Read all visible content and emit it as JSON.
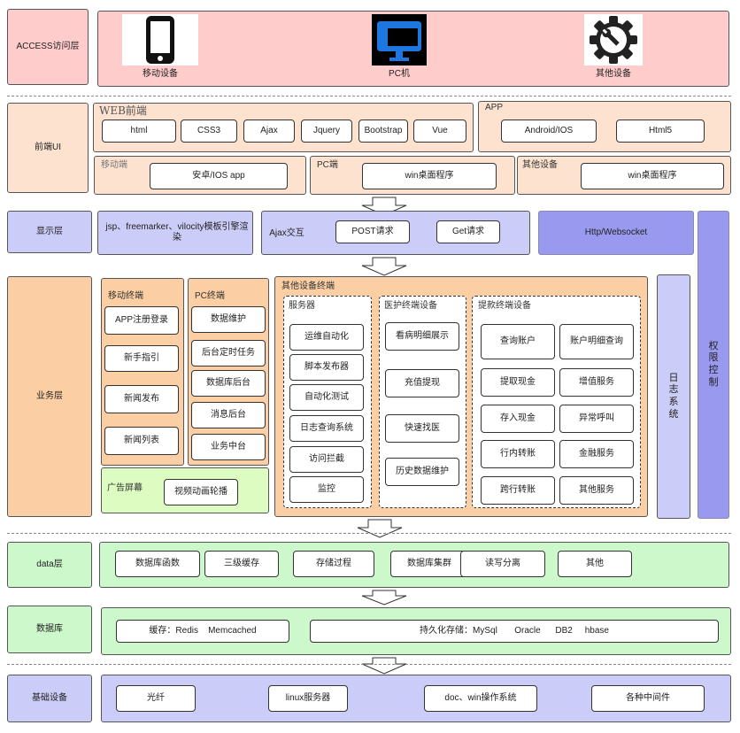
{
  "access": {
    "layer": "ACCESS访问层",
    "devices": [
      {
        "label": "移动设备",
        "icon": "tablet-icon"
      },
      {
        "label": "PC机",
        "icon": "monitor-icon"
      },
      {
        "label": "其他设备",
        "icon": "gear-icon"
      }
    ]
  },
  "frontend": {
    "layer": "前端UI",
    "web": {
      "title": "WEB前端",
      "items": [
        "html",
        "CSS3",
        "Ajax",
        "Jquery",
        "Bootstrap",
        "Vue"
      ]
    },
    "app": {
      "title": "APP",
      "items": [
        "Android/IOS",
        "Html5"
      ]
    },
    "mobile": {
      "title": "移动端",
      "item": "安卓/IOS app"
    },
    "pc": {
      "title": "PC端",
      "item": "win桌面程序"
    },
    "other": {
      "title": "其他设备",
      "item": "win桌面程序"
    }
  },
  "display": {
    "layer": "显示层",
    "template": "jsp、freemarker、vilocity模板引擎渲染",
    "ajax": {
      "title": "Ajax交互",
      "items": [
        "POST请求",
        "Get请求"
      ]
    },
    "http": "Http/Websocket"
  },
  "business": {
    "layer": "业务层",
    "mobile": {
      "title": "移动终端",
      "items": [
        "APP注册登录",
        "新手指引",
        "新闻发布",
        "新闻列表"
      ]
    },
    "pc": {
      "title": "PC终端",
      "items": [
        "数据维护",
        "后台定时任务",
        "数据库后台",
        "消息后台",
        "业务中台"
      ]
    },
    "ads": {
      "title": "广告屏幕",
      "item": "视频动画轮播"
    },
    "other": {
      "title": "其他设备终端",
      "server": {
        "title": "服务器",
        "items": [
          "运维自动化",
          "脚本发布器",
          "自动化测试",
          "日志查询系统",
          "访问拦截",
          "监控"
        ]
      },
      "medical": {
        "title": "医护终端设备",
        "items": [
          "看病明细展示",
          "充值提现",
          "快速找医",
          "历史数据维护"
        ]
      },
      "cash": {
        "title": "提款终端设备",
        "items": [
          "查询账户",
          "账户明细查询",
          "提取现金",
          "增值服务",
          "存入现金",
          "异常呼叫",
          "行内转账",
          "金融服务",
          "跨行转账",
          "其他服务"
        ]
      }
    },
    "log": "日志系统",
    "auth": "权限控制"
  },
  "data": {
    "layer": "data层",
    "items": [
      "数据库函数",
      "三级缓存",
      "存储过程",
      "数据库集群",
      "读写分离",
      "其他"
    ]
  },
  "database": {
    "layer": "数据库",
    "cache": "缓存：Redis    Memcached",
    "persist": "持久化存储：MySql       Oracle      DB2     hbase"
  },
  "infra": {
    "layer": "基础设备",
    "items": [
      "光纤",
      "linux服务器",
      "doc、win操作系统",
      "各种中间件"
    ]
  },
  "colors": {
    "access": "#ffcccc",
    "frontend": "#fde3cf",
    "display": "#ccccf8",
    "business": "#fbcfa3",
    "data": "#ccf8cc",
    "http": "#9999f0"
  }
}
